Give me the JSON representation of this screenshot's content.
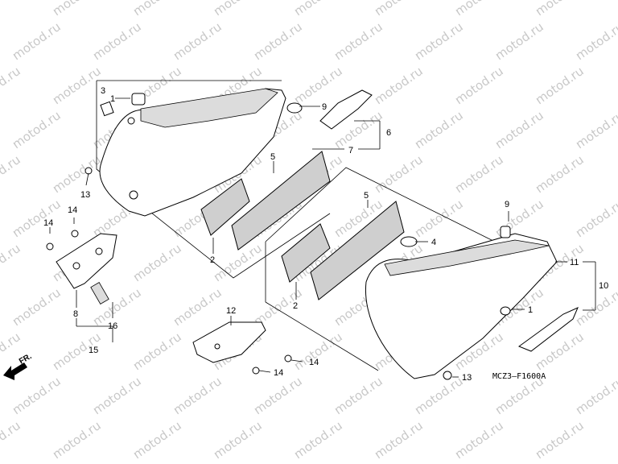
{
  "watermark": "motod.ru",
  "diagram_code": "MCZ3–F1600A",
  "direction_label": "FR.",
  "callouts": {
    "c1a": "1",
    "c1b": "1",
    "c2a": "2",
    "c2b": "2",
    "c3": "3",
    "c4": "4",
    "c5a": "5",
    "c5b": "5",
    "c6": "6",
    "c7": "7",
    "c8": "8",
    "c9a": "9",
    "c9b": "9",
    "c10": "10",
    "c11": "11",
    "c12": "12",
    "c13a": "13",
    "c13b": "13",
    "c14a": "14",
    "c14b": "14",
    "c14c": "14",
    "c14d": "14",
    "c15": "15",
    "c16": "16"
  }
}
